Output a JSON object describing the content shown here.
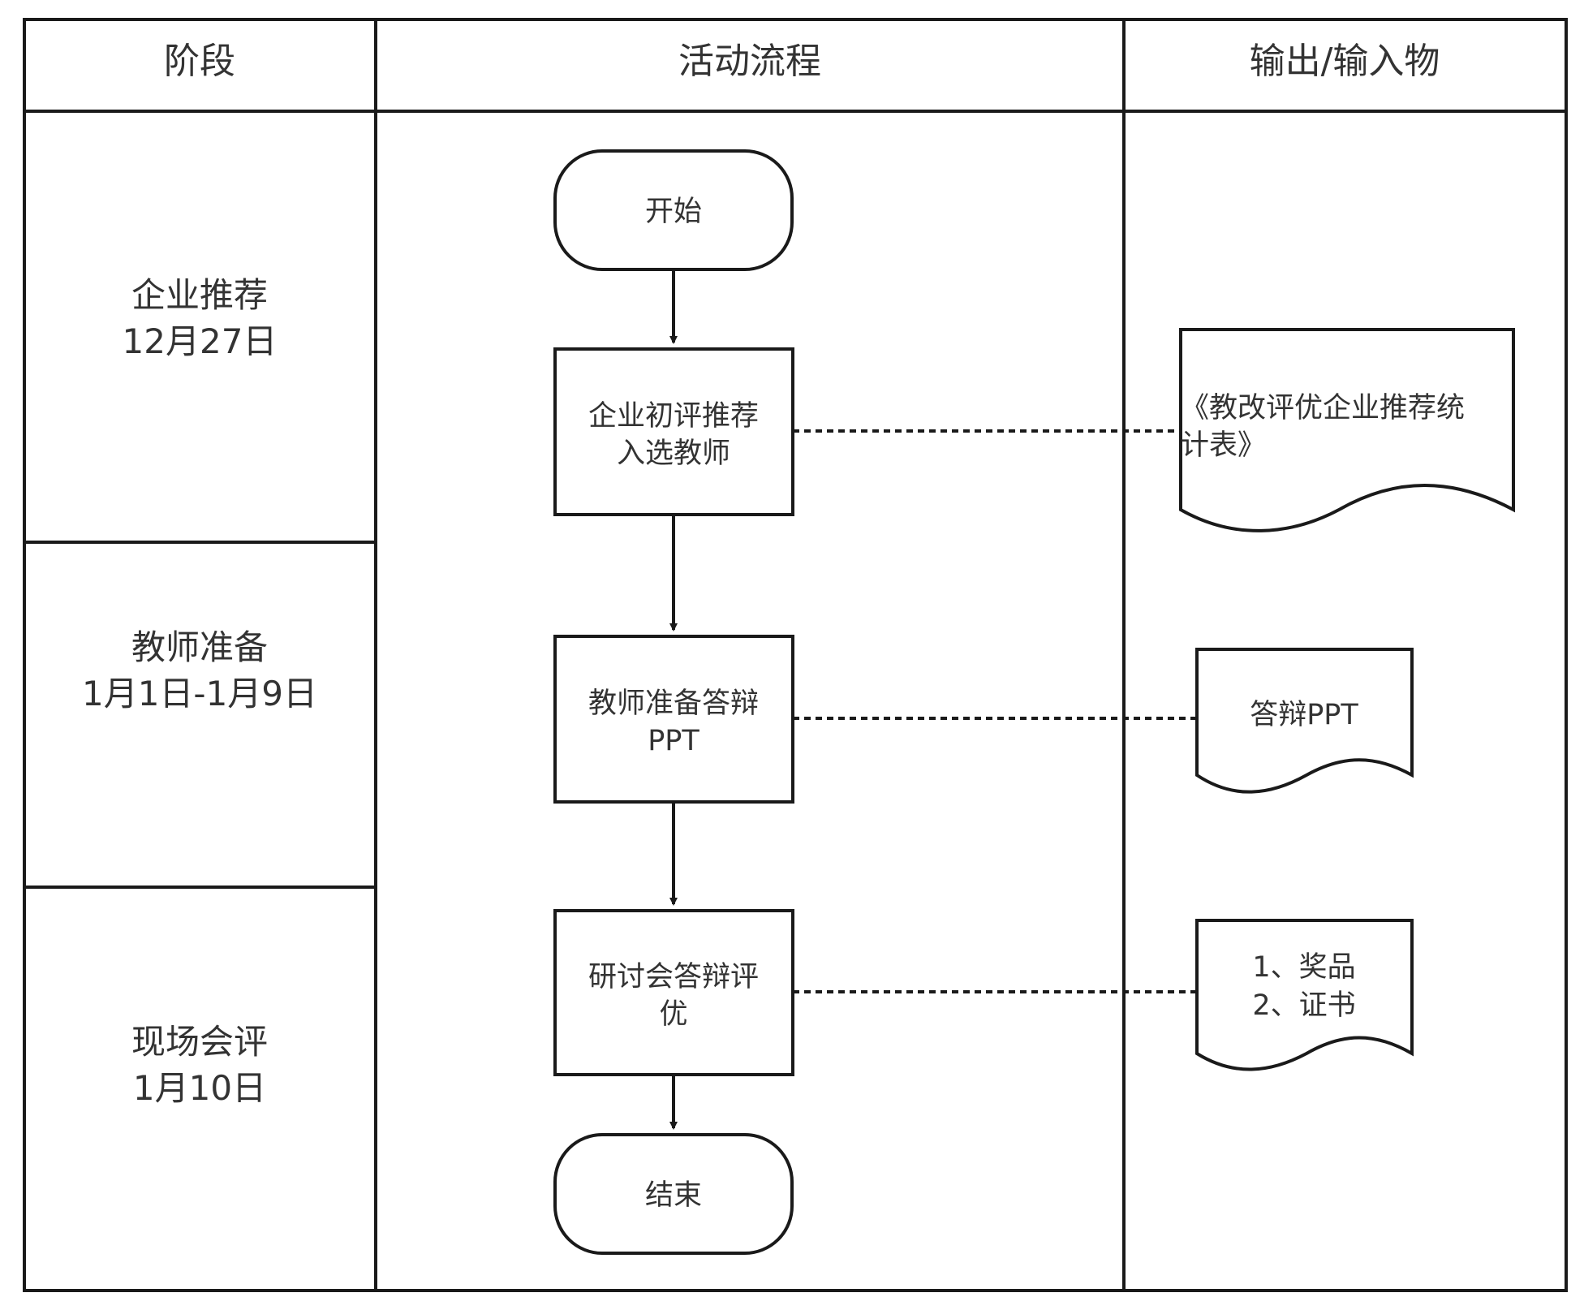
{
  "headers": {
    "stage": "阶段",
    "flow": "活动流程",
    "io": "输出/输入物"
  },
  "stages": [
    {
      "name": "企业推荐",
      "date": "12月27日"
    },
    {
      "name": "教师准备",
      "date": "1月1日-1月9日"
    },
    {
      "name": "现场会评",
      "date": "1月10日"
    }
  ],
  "flow": {
    "start": "开始",
    "steps": [
      {
        "line1": "企业初评推荐",
        "line2": "入选教师"
      },
      {
        "line1": "教师准备答辩",
        "line2": "PPT"
      },
      {
        "line1": "研讨会答辩评",
        "line2": "优"
      }
    ],
    "end": "结束"
  },
  "outputs": [
    {
      "line1": "《教改评优企业推荐统",
      "line2": "计表》"
    },
    {
      "line1": "答辩PPT",
      "line2": ""
    },
    {
      "line1": "1、奖品",
      "line2": "2、证书"
    }
  ]
}
